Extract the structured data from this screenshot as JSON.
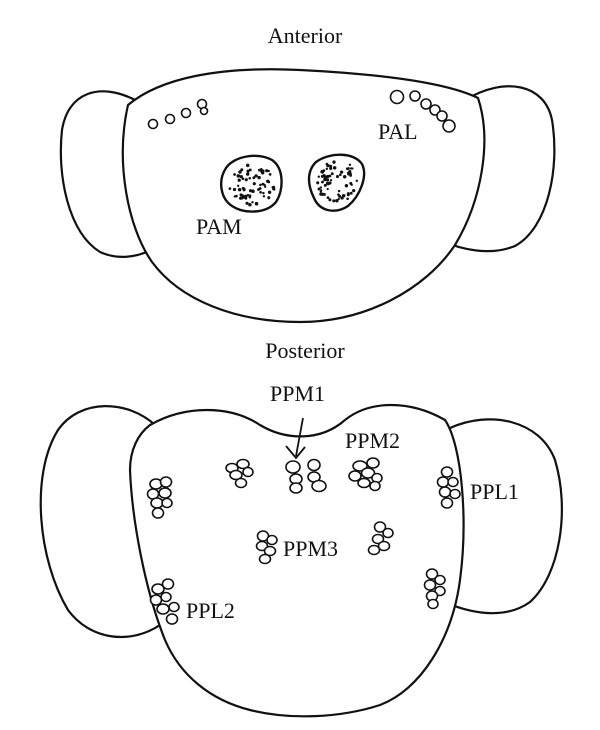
{
  "labels": {
    "anterior": "Anterior",
    "posterior": "Posterior",
    "pal": "PAL",
    "pam": "PAM",
    "ppm1": "PPM1",
    "ppm2": "PPM2",
    "ppm3": "PPM3",
    "ppl1": "PPL1",
    "ppl2": "PPL2"
  },
  "colors": {
    "line": "#111111",
    "background": "#ffffff"
  }
}
